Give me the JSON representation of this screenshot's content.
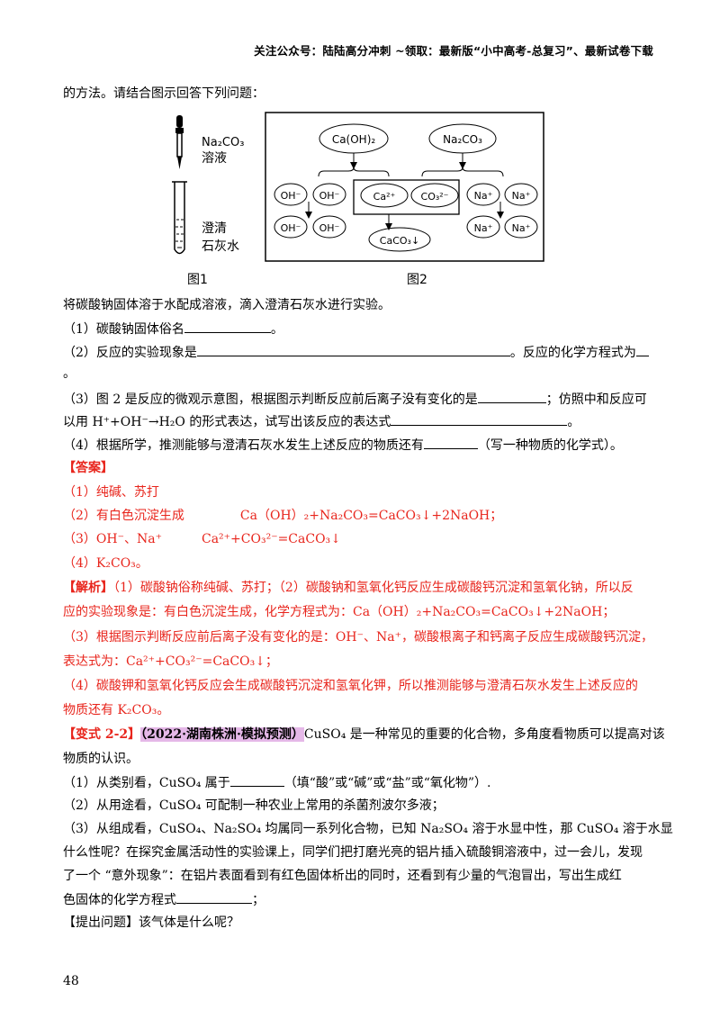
{
  "header": "关注公众号：陆陆高分冲刺  ~领取：最新版“小中高考-总复习”、最新试卷下载",
  "intro": "的方法。请结合图示回答下列问题：",
  "figure1": {
    "dropper_label_1": "Na₂CO₃",
    "dropper_label_2": "溶液",
    "tube_label_1": "澄清",
    "tube_label_2": "石灰水",
    "caption": "图1"
  },
  "figure2": {
    "top_left": "Ca(OH)₂",
    "top_right": "Na₂CO₃",
    "oh1": "OH⁻",
    "oh2": "OH⁻",
    "oh3": "OH⁻",
    "oh4": "OH⁻",
    "ca": "Ca²⁺",
    "co3": "CO₃²⁻",
    "na1": "Na⁺",
    "na2": "Na⁺",
    "na3": "Na⁺",
    "na4": "Na⁺",
    "precipitate": "CaCO₃↓",
    "caption": "图2"
  },
  "stem": "将碳酸钠固体溶于水配成溶液，滴入澄清石灰水进行实验。",
  "q1": {
    "a": "（1）碳酸钠固体俗名",
    "b": "。"
  },
  "q2": {
    "a": "（2）反应的实验现象是",
    "b": "。反应的化学方程式为",
    "c": "。"
  },
  "q3": {
    "a": "（3）图 2 是反应的微观示意图，根据图示判断反应前后离子没有变化的是",
    "b": "；仿照中和反应可",
    "c": "以用 H⁺+OH⁻→H₂O 的形式表达，试写出该反应的表达式",
    "d": "。"
  },
  "q4": {
    "a": "（4）根据所学，推测能够与澄清石灰水发生上述反应的物质还有",
    "b": "（写一种物质的化学式）。"
  },
  "answer_tag": "【答案】",
  "answers": {
    "a1": "（1）纯碱、苏打",
    "a2a": "（2）有白色沉淀生成",
    "a2b": "Ca（OH）₂+Na₂CO₃=CaCO₃↓+2NaOH；",
    "a3a": "（3）OH⁻、Na⁺",
    "a3b": "Ca²⁺+CO₃²⁻=CaCO₃↓",
    "a4": "（4）K₂CO₃。"
  },
  "analysis_tag": "【解析】",
  "analysis": {
    "l1": "（1）碳酸钠俗称纯碱、苏打；（2）碳酸钠和氢氧化钙反应生成碳酸钙沉淀和氢氧化钠，所以反",
    "l2": "应的实验现象是：有白色沉淀生成，化学方程式为：Ca（OH）₂+Na₂CO₃=CaCO₃↓+2NaOH；",
    "l3": "（3）根据图示判断反应前后离子没有变化的是：OH⁻、Na⁺，碳酸根离子和钙离子反应生成碳酸钙沉淀，",
    "l4": "表达式为：Ca²⁺+CO₃²⁻=CaCO₃↓；",
    "l5": "（4）碳酸钾和氢氧化钙反应会生成碳酸钙沉淀和氢氧化钾，所以推测能够与澄清石灰水发生上述反应的",
    "l6": "物质还有 K₂CO₃。"
  },
  "variant": {
    "tag": "【变式 2-2】",
    "source": "（2022·湖南株洲·模拟预测）",
    "l1_rest": "CuSO₄ 是一种常见的重要的化合物，多角度看物质可以提高对该",
    "l2": "物质的认识。",
    "q1a": "（1）从类别看，CuSO₄ 属于",
    "q1b": "（填“酸”或“碱”或“盐”或“氧化物”）.",
    "q2": "（2）从用途看，CuSO₄ 可配制一种农业上常用的杀菌剂波尔多液；",
    "q3l1": "（3）从组成看，CuSO₄、Na₂SO₄ 均属同一系列化合物，已知  Na₂SO₄ 溶于水显中性，那  CuSO₄ 溶于水显",
    "q3l2": "什么性呢？在探究金属活动性的实验课上，同学们把打磨光亮的铝片插入硫酸铜溶液中，过一会儿，发现",
    "q3l3": "了一个  “意外现象”：在铝片表面看到有红色固体析出的同时，还看到有少量的气泡冒出，写出生成红",
    "q3l4a": "色固体的化学方程式",
    "q3l4b": "；",
    "ask": "【提出问题】该气体是什么呢？"
  },
  "page_number": "48"
}
